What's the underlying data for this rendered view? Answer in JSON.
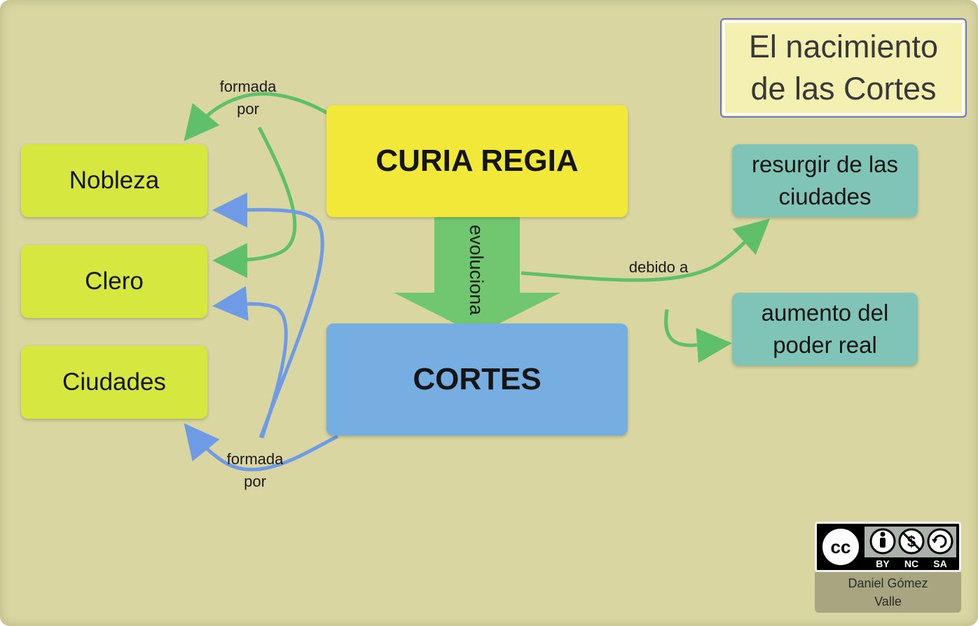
{
  "title": "El nacimiento de las Cortes",
  "nodes": {
    "nobleza": "Nobleza",
    "clero": "Clero",
    "ciudades": "Ciudades",
    "curia_regia": "CURIA REGIA",
    "cortes": "CORTES",
    "resurgir": "resurgir de las ciudades",
    "aumento": "aumento del poder real"
  },
  "links": {
    "formada_por_top": "formada por",
    "formada_por_bottom": "formada por",
    "evoluciona": "evoluciona",
    "debido_a": "debido a"
  },
  "license": {
    "cc": "cc",
    "by": "BY",
    "nc": "NC",
    "sa": "SA",
    "author": "Daniel Gómez Valle"
  },
  "colors": {
    "background": "#d9d6a2",
    "green_node": "#d6e83f",
    "teal_node": "#7fc4b6",
    "curia_node": "#f1e83a",
    "cortes_node": "#77aee2",
    "green_arrow": "#5fbf6a",
    "blue_arrow": "#6f9ae6"
  }
}
